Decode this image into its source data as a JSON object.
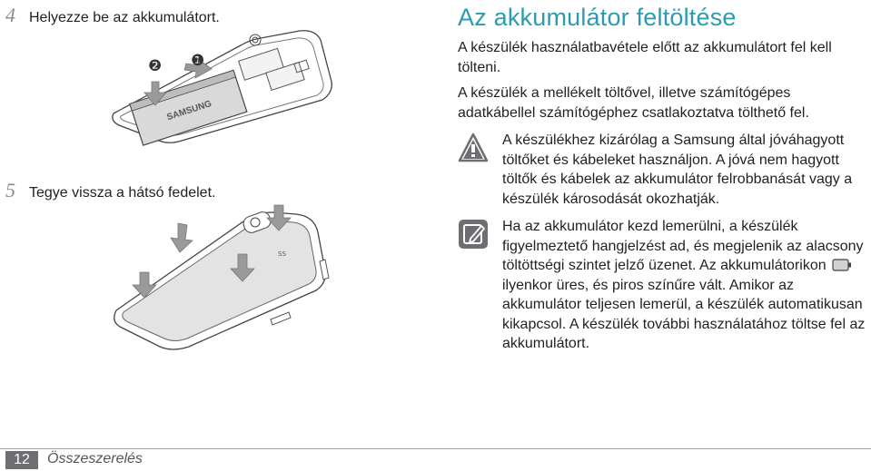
{
  "steps": [
    {
      "number": "4",
      "text": "Helyezze be az akkumulátort."
    },
    {
      "number": "5",
      "text": "Tegye vissza a hátsó fedelet."
    }
  ],
  "illustration1": {
    "badge1": "❶",
    "badge2": "❷",
    "battery_text": "SAMSUNG"
  },
  "section": {
    "title": "Az akkumulátor feltöltése",
    "para1": "A készülék használatbavétele előtt az akkumulátort fel kell tölteni.",
    "para2": "A készülék a mellékelt töltővel, illetve számítógépes adatkábellel számítógéphez csatlakoztatva tölthető fel."
  },
  "warning": {
    "icon": "warning-triangle-icon",
    "text": "A készülékhez kizárólag a Samsung által jóváhagyott töltőket és kábeleket használjon. A jóvá nem hagyott töltők és kábelek az akkumulátor felrobbanását vagy a készülék károsodását okozhatják."
  },
  "note": {
    "icon": "note-pencil-icon",
    "text_before": "Ha az akkumulátor kezd lemerülni, a készülék figyelmeztető hangjelzést ad, és megjelenik az alacsony töltöttségi szintet jelző üzenet. Az akkumulátorikon",
    "text_after": "ilyenkor üres, és piros színűre vált. Amikor az akkumulátor teljesen lemerül, a készülék automatikusan kikapcsol. A készülék további használatához töltse fel az akkumulátort."
  },
  "footer": {
    "page_number": "12",
    "section_label": "Összeszerelés"
  },
  "colors": {
    "title": "#2a9cb0",
    "arrow": "#9a9a9a",
    "icon_bg": "#6d6e71"
  }
}
